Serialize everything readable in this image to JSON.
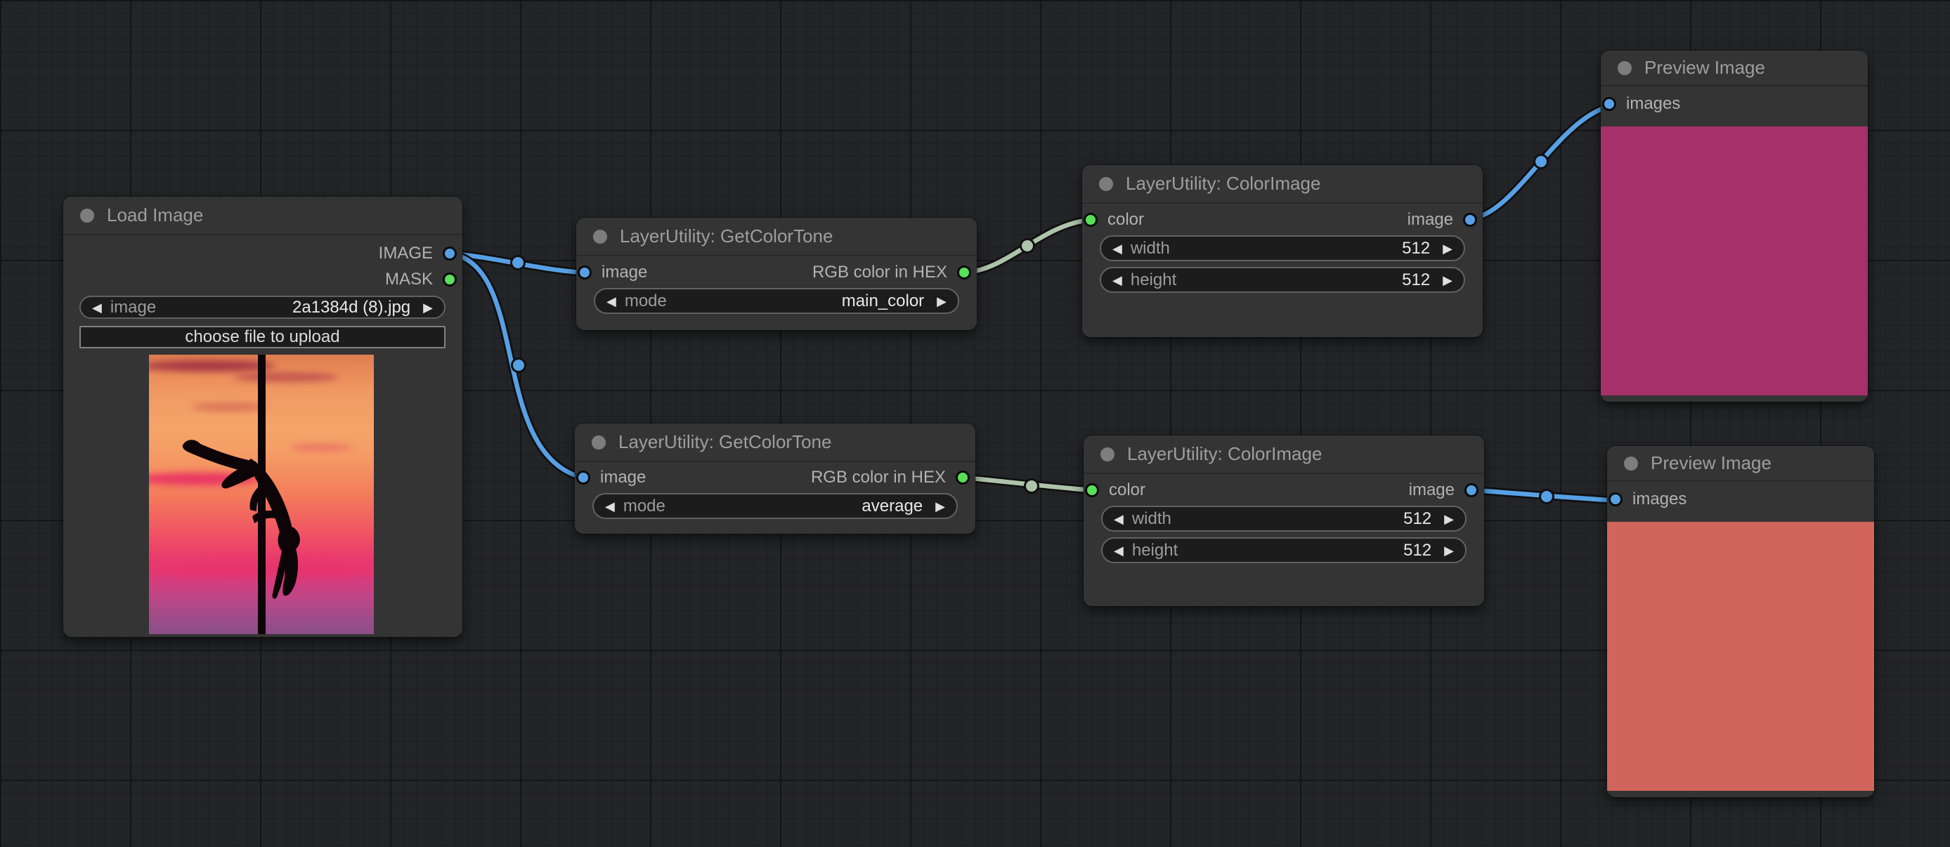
{
  "canvas": {
    "background": "#232427",
    "grid_minor_line": "#1c1d1f",
    "grid_major_line": "#151517"
  },
  "slot_colors": {
    "image_type": "#57a0e5",
    "mask_type": "#5fdf5f",
    "color_type": "#57e057",
    "title_dot": "#7d7d7d"
  },
  "link_colors": {
    "image_link": "#57a0e5",
    "hex_link": "#aec3aa"
  },
  "nodes": {
    "load_image": {
      "title": "Load Image",
      "output_image_label": "IMAGE",
      "output_mask_label": "MASK",
      "image_widget": {
        "label": "image",
        "value": "2a1384d (8).jpg"
      },
      "upload_button_label": "choose file to upload",
      "photo_alt": "silhouette of a pole dancer on a vertical pole against an orange-pink-purple sunset sky"
    },
    "get_color_tone_1": {
      "title": "LayerUtility: GetColorTone",
      "input_label": "image",
      "output_label": "RGB color in HEX",
      "mode_widget": {
        "label": "mode",
        "value": "main_color"
      }
    },
    "get_color_tone_2": {
      "title": "LayerUtility: GetColorTone",
      "input_label": "image",
      "output_label": "RGB color in HEX",
      "mode_widget": {
        "label": "mode",
        "value": "average"
      }
    },
    "color_image_1": {
      "title": "LayerUtility: ColorImage",
      "input_label": "color",
      "output_label": "image",
      "width_widget": {
        "label": "width",
        "value": "512"
      },
      "height_widget": {
        "label": "height",
        "value": "512"
      }
    },
    "color_image_2": {
      "title": "LayerUtility: ColorImage",
      "input_label": "color",
      "output_label": "image",
      "width_widget": {
        "label": "width",
        "value": "512"
      },
      "height_widget": {
        "label": "height",
        "value": "512"
      }
    },
    "preview_image_1": {
      "title": "Preview Image",
      "input_label": "images",
      "preview_color": "#a5306a"
    },
    "preview_image_2": {
      "title": "Preview Image",
      "input_label": "images",
      "preview_color": "#d2655b"
    }
  }
}
